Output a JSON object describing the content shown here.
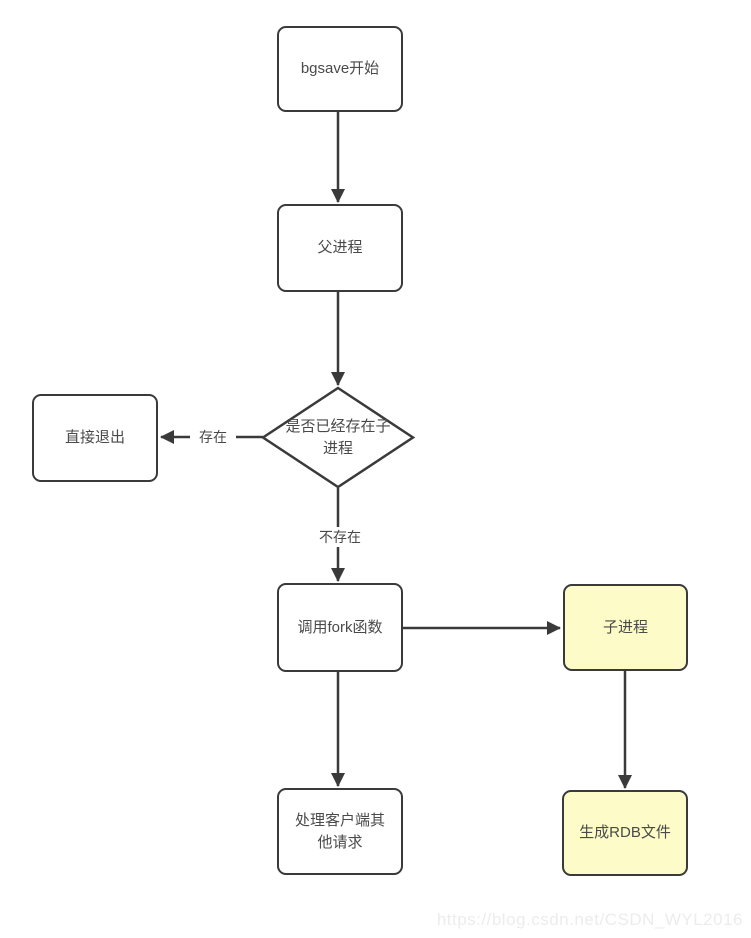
{
  "diagram": {
    "title": "bgsave flowchart",
    "colors": {
      "line": "#3a3a3a",
      "box_border": "#3a3a3a",
      "box_fill": "#ffffff",
      "highlight_fill": "#fdfbc8",
      "text": "#4a4a4a",
      "watermark_text": "#ececec"
    },
    "nodes": {
      "start": {
        "label": "bgsave开始",
        "shape": "rounded-rect",
        "fill": "#ffffff"
      },
      "parent": {
        "label": "父进程",
        "shape": "rounded-rect",
        "fill": "#ffffff"
      },
      "decision": {
        "label": "是否已经存在子进程",
        "shape": "diamond",
        "fill": "#ffffff"
      },
      "exit": {
        "label": "直接退出",
        "shape": "rounded-rect",
        "fill": "#ffffff"
      },
      "fork": {
        "label": "调用fork函数",
        "shape": "rounded-rect",
        "fill": "#ffffff"
      },
      "child": {
        "label": "子进程",
        "shape": "rounded-rect",
        "fill": "#fdfbc8"
      },
      "handle": {
        "label": "处理客户端其他请求",
        "shape": "rounded-rect",
        "fill": "#ffffff"
      },
      "rdb": {
        "label": "生成RDB文件",
        "shape": "rounded-rect",
        "fill": "#fdfbc8"
      }
    },
    "edges": [
      {
        "from": "start",
        "to": "parent",
        "label": ""
      },
      {
        "from": "parent",
        "to": "decision",
        "label": ""
      },
      {
        "from": "decision",
        "to": "exit",
        "label": "存在"
      },
      {
        "from": "decision",
        "to": "fork",
        "label": "不存在"
      },
      {
        "from": "fork",
        "to": "child",
        "label": ""
      },
      {
        "from": "fork",
        "to": "handle",
        "label": ""
      },
      {
        "from": "child",
        "to": "rdb",
        "label": ""
      }
    ]
  },
  "watermark": {
    "text": "https://blog.csdn.net/CSDN_WYL2016"
  }
}
